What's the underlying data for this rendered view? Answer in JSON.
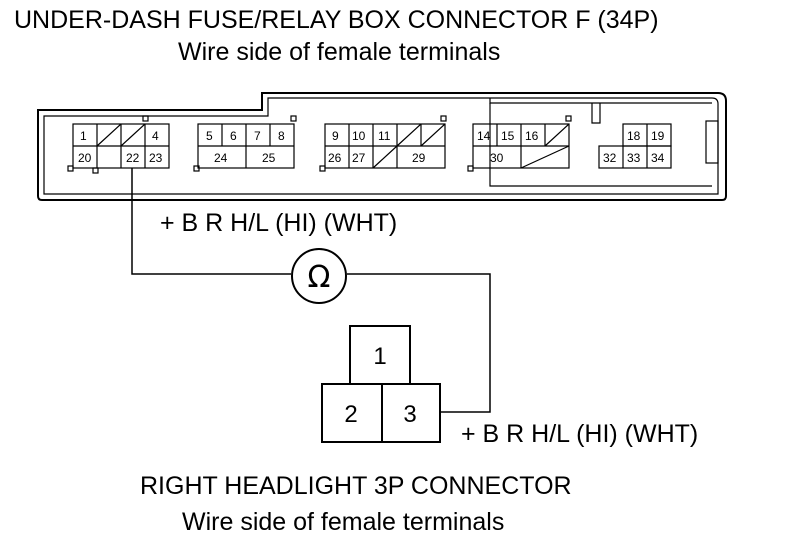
{
  "header": {
    "title": "UNDER-DASH FUSE/RELAY BOX CONNECTOR F (34P)",
    "subtitle": "Wire side of female terminals"
  },
  "connector_f": {
    "cells": [
      "1",
      "4",
      "20",
      "22",
      "23",
      "5",
      "6",
      "7",
      "8",
      "24",
      "25",
      "9",
      "10",
      "11",
      "26",
      "27",
      "29",
      "14",
      "15",
      "16",
      "30",
      "18",
      "19",
      "32",
      "33",
      "34"
    ]
  },
  "meter": {
    "symbol": "Ω"
  },
  "wire_label_top": "+ B R H/L (HI) (WHT)",
  "wire_label_right": "+ B R H/L (HI) (WHT)",
  "headlight_connector": {
    "pins": [
      "1",
      "2",
      "3"
    ],
    "title": "RIGHT HEADLIGHT 3P CONNECTOR",
    "subtitle": "Wire side of female terminals"
  }
}
